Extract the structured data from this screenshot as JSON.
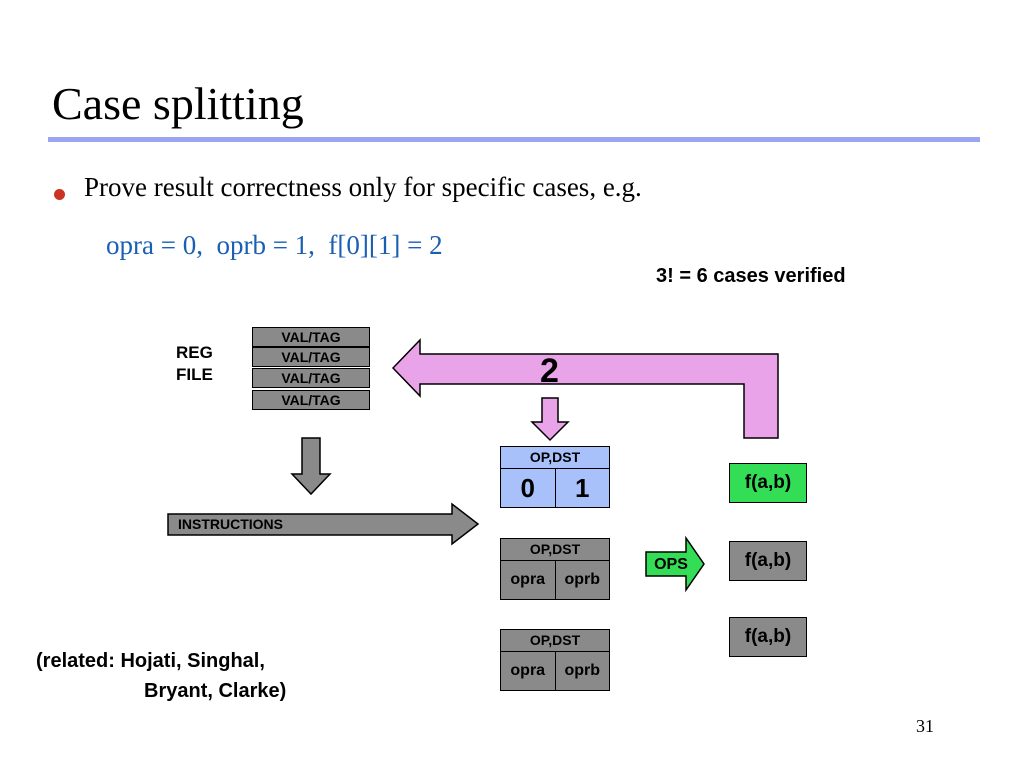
{
  "title": "Case splitting",
  "bullet": "Prove result correctness only for specific cases, e.g.",
  "example": "opra = 0,  oprb = 1,  f[0][1] = 2",
  "cases_note": "3! = 6 cases verified",
  "reg_file": {
    "label_line1": "REG",
    "label_line2": "FILE",
    "rows": [
      "VAL/TAG",
      "VAL/TAG",
      "VAL/TAG",
      "VAL/TAG"
    ]
  },
  "instructions_label": "INSTRUCTIONS",
  "feedback_value": "2",
  "op_boxes": [
    {
      "header": "OP,DST",
      "left": "0",
      "right": "1"
    },
    {
      "header": "OP,DST",
      "left": "opra",
      "right": "oprb"
    },
    {
      "header": "OP,DST",
      "left": "opra",
      "right": "oprb"
    }
  ],
  "ops_label": "OPS",
  "functions": [
    "f(a,b)",
    "f(a,b)",
    "f(a,b)"
  ],
  "related_line1": "(related: Hojati, Singhal,",
  "related_line2": "Bryant, Clarke)",
  "page_number": "31",
  "colors": {
    "title_rule": "#9aa6f4",
    "bullet_dot": "#cc3322",
    "example_text": "#1a5fb4",
    "highlight_box": "#a9c1fb",
    "function_highlight": "#33dd55",
    "feedback_arrow": "#e9a3e9",
    "ops_arrow": "#33dd55",
    "box_gray": "#8a8a8a"
  }
}
